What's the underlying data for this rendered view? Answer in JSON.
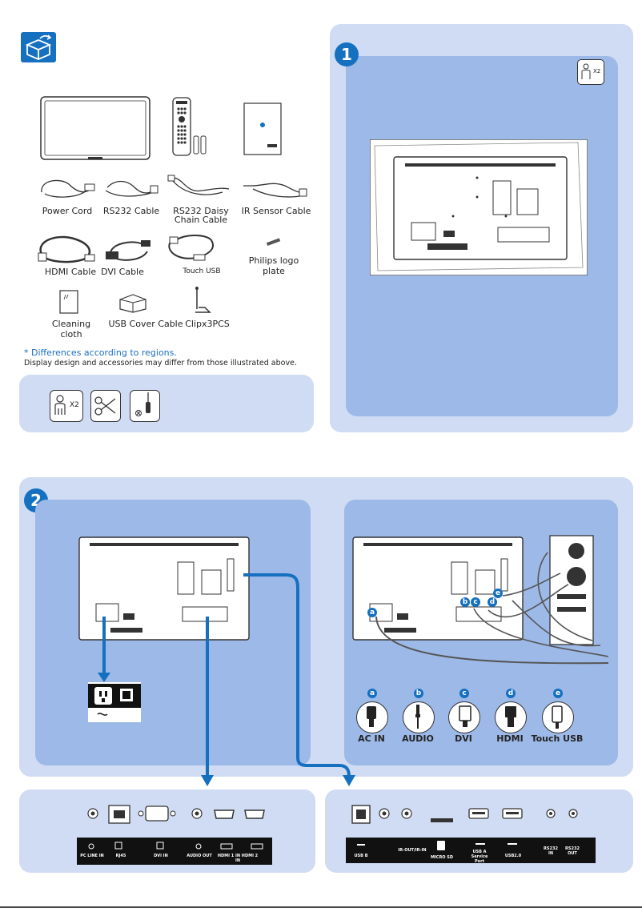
{
  "accessories": {
    "power_cord": "Power Cord",
    "rs232_cable": "RS232 Cable",
    "rs232_daisy_line1": "RS232 Daisy",
    "rs232_daisy_line2": "Chain Cable",
    "ir_sensor_cable": "IR Sensor Cable",
    "philips_logo_line1": "Philips logo",
    "philips_logo_line2": "plate",
    "hdmi_cable": "HDMI Cable",
    "dvi_cable": "DVI Cable",
    "touch_usb": "Touch USB",
    "cleaning_line1": "Cleaning",
    "cleaning_line2": "cloth",
    "usb_cover_cable": "USB Cover Cable",
    "clip": "Clipx3PCS"
  },
  "notes": {
    "regions": "* Differences according to regions.",
    "disclaimer": "Display design and accessories may differ from those illustrated above."
  },
  "tools": {
    "persons": "X2"
  },
  "step1": {
    "number": "1",
    "persons": "X2"
  },
  "step2": {
    "number": "2"
  },
  "connectors": [
    {
      "letter": "a",
      "label": "AC IN"
    },
    {
      "letter": "b",
      "label": "AUDIO"
    },
    {
      "letter": "c",
      "label": "DVI"
    },
    {
      "letter": "d",
      "label": "HDMI"
    },
    {
      "letter": "e",
      "label": "Touch USB"
    }
  ],
  "port_bar_left": {
    "pc_line_in": "PC LINE IN",
    "rj45": "RJ45",
    "dvi_in": "DVI IN",
    "audio_out": "AUDIO OUT",
    "hdmi": "HDMI 1 IN HDMI 2 IN"
  },
  "port_bar_right": {
    "usb_b": "USB B",
    "ir": "IR-OUT/IR-IN",
    "micro_sd": "MICRO SD",
    "usb_service_line1": "USB A",
    "usb_service_line2": "Service Port",
    "usb2": "USB2.0",
    "rs232_in_line1": "RS232",
    "rs232_in_line2": "IN",
    "rs232_out_line1": "RS232",
    "rs232_out_line2": "OUT"
  },
  "colors": {
    "accent": "#1570c0",
    "panel": "#cfdcf3",
    "inner": "#9db9e7"
  }
}
